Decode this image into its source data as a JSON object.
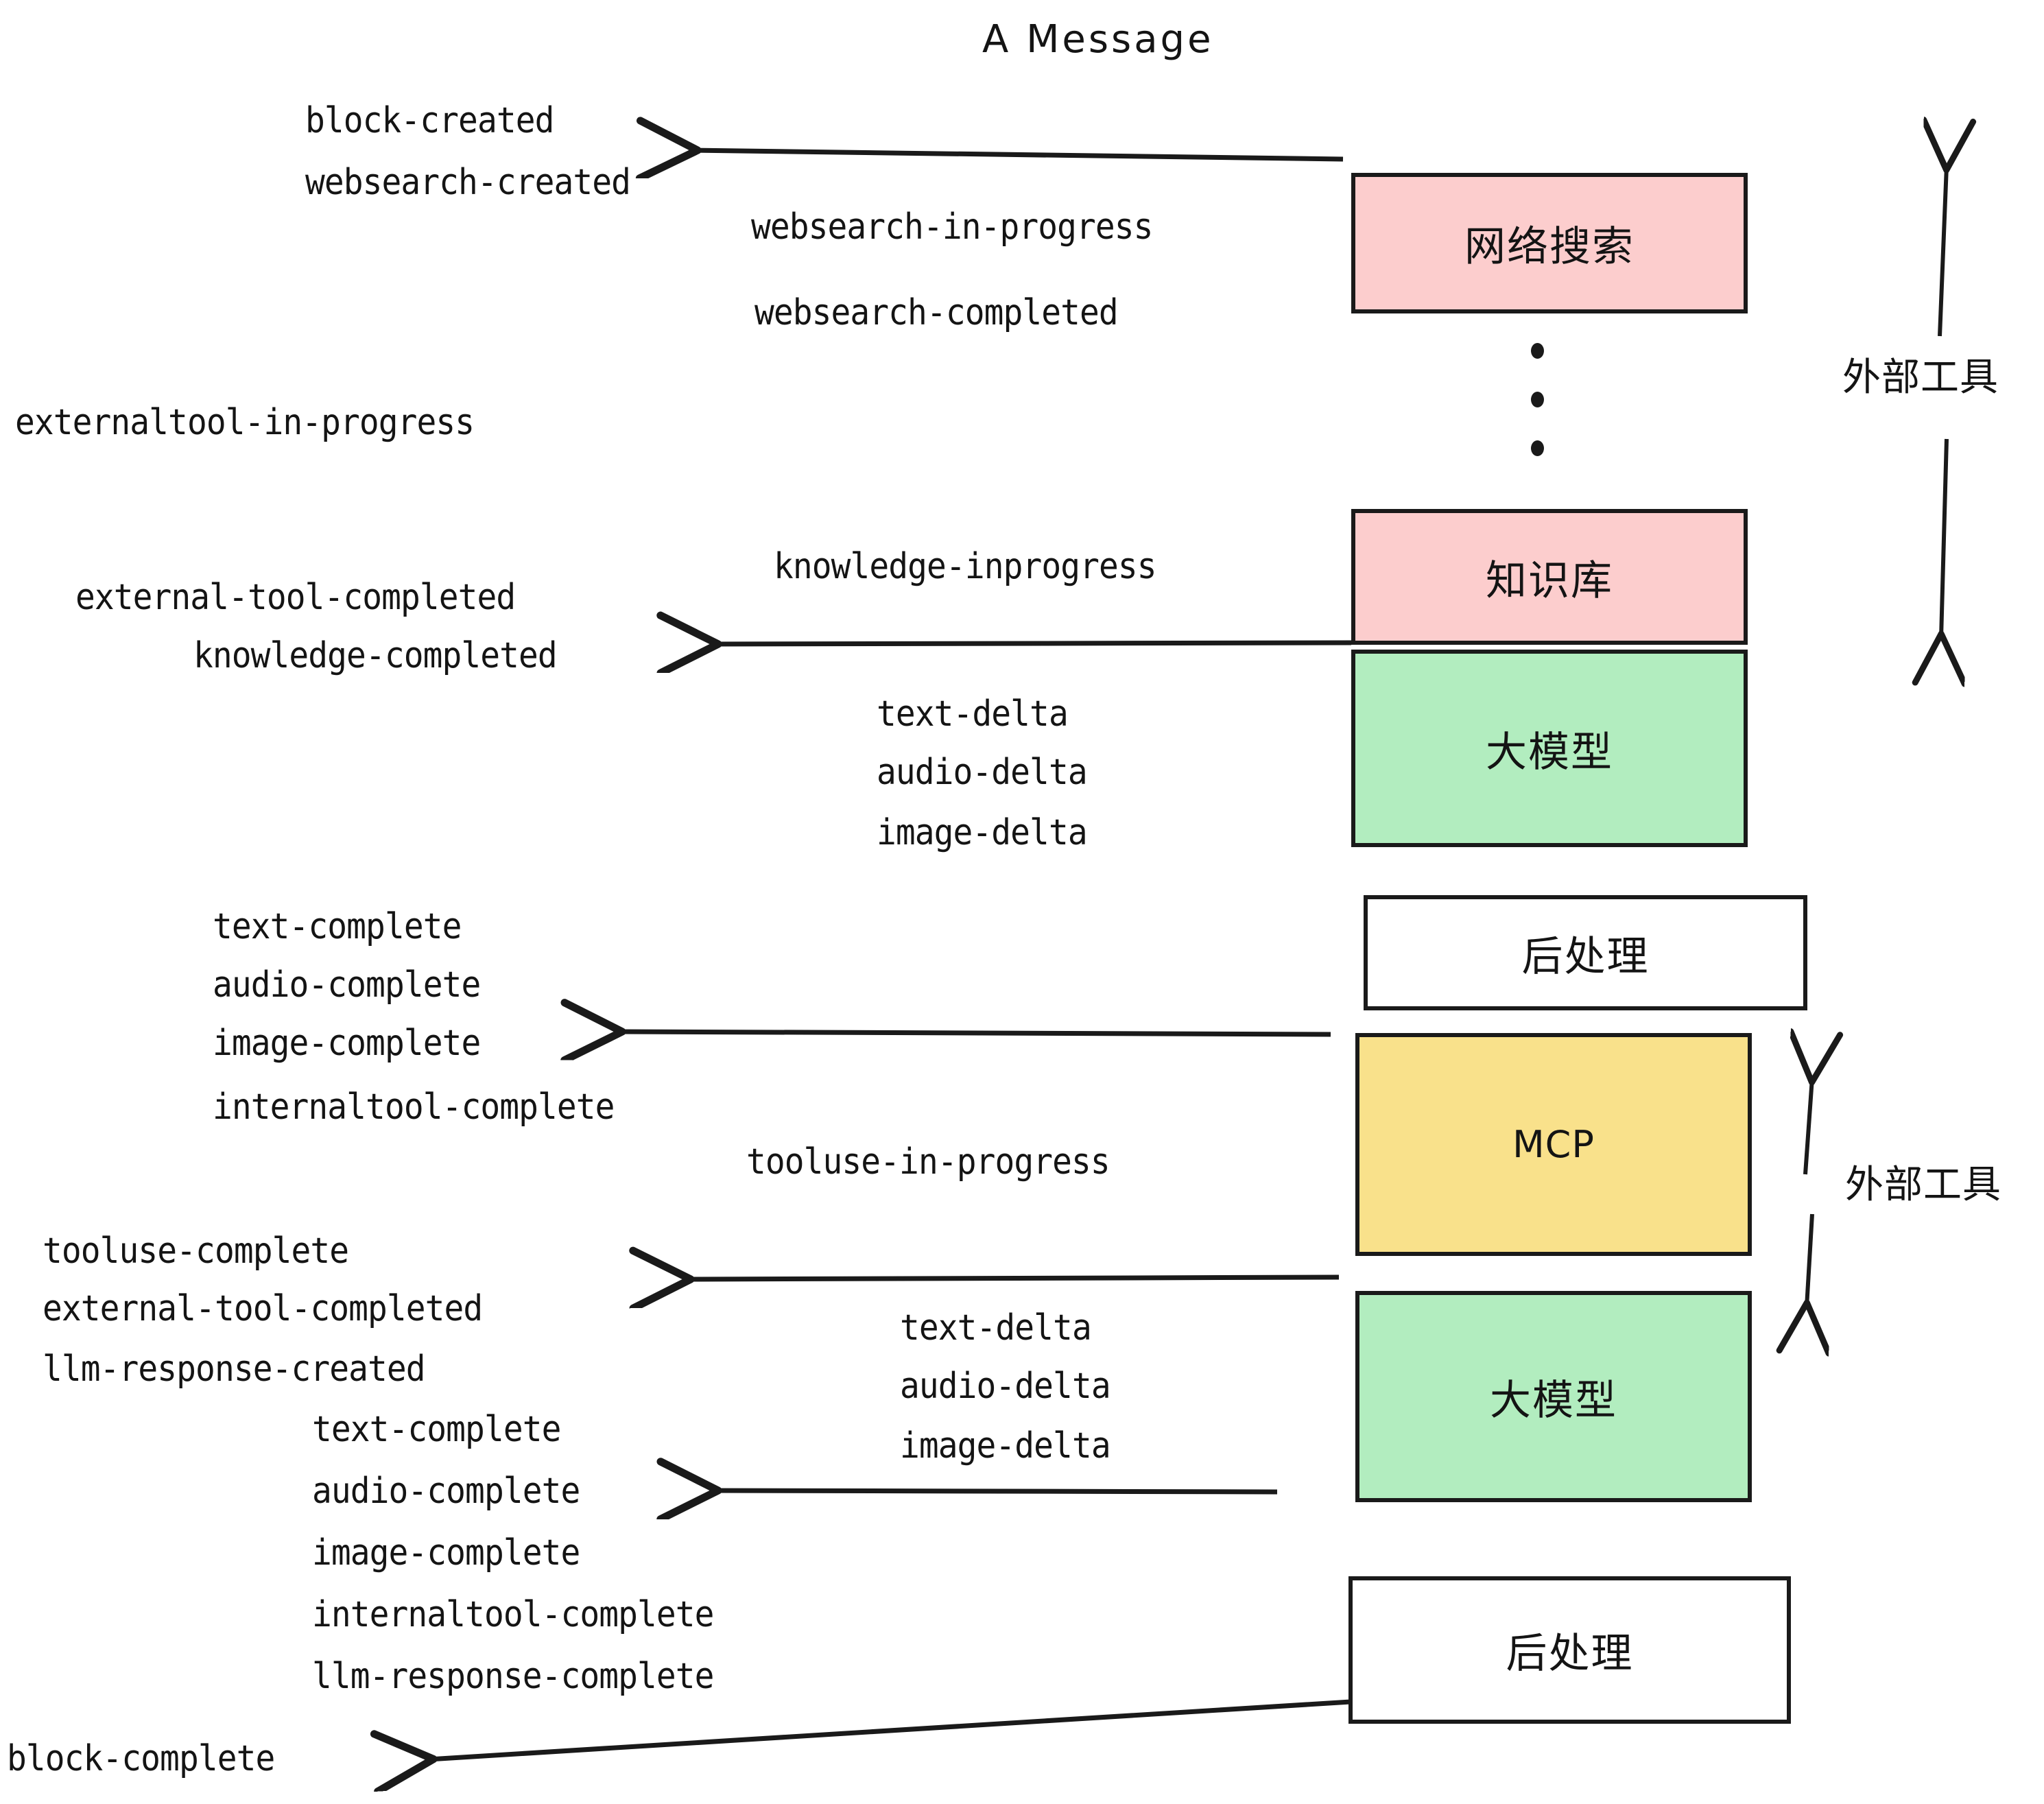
{
  "title": "A Message",
  "colors": {
    "pink": "#fccdcd",
    "green": "#b2edbf",
    "yellow": "#f9e18b",
    "white": "#ffffff",
    "stroke": "#1a1a1a",
    "text": "#141414",
    "background": "#ffffff"
  },
  "boxes": [
    {
      "id": "websearch",
      "label": "网络搜索",
      "fill": "pink"
    },
    {
      "id": "knowledge",
      "label": "知识库",
      "fill": "pink"
    },
    {
      "id": "llm-upper",
      "label": "大模型",
      "fill": "green"
    },
    {
      "id": "postprocess-1",
      "label": "后处理",
      "fill": "white"
    },
    {
      "id": "mcp",
      "label": "MCP",
      "fill": "yellow"
    },
    {
      "id": "llm-lower",
      "label": "大模型",
      "fill": "green"
    },
    {
      "id": "postprocess-2",
      "label": "后处理",
      "fill": "white"
    }
  ],
  "side_brackets": [
    {
      "id": "external-tools-upper",
      "label": "外部工具"
    },
    {
      "id": "external-tools-lower",
      "label": "外部工具"
    }
  ],
  "events": {
    "block_created": "block-created",
    "websearch_created": "websearch-created",
    "websearch_in_progress": "websearch-in-progress",
    "websearch_completed": "websearch-completed",
    "externaltool_in_progress": "externaltool-in-progress",
    "knowledge_inprogress": "knowledge-inprogress",
    "external_tool_completed": "external-tool-completed",
    "knowledge_completed": "knowledge-completed",
    "text_delta_1": "text-delta",
    "audio_delta_1": "audio-delta",
    "image_delta_1": "image-delta",
    "text_complete_1": "text-complete",
    "audio_complete_1": "audio-complete",
    "image_complete_1": "image-complete",
    "internaltool_complete_1": "internaltool-complete",
    "tooluse_in_progress": "tooluse-in-progress",
    "tooluse_complete": "tooluse-complete",
    "external_tool_completed_2": "external-tool-completed",
    "llm_response_created": "llm-response-created",
    "text_delta_2": "text-delta",
    "audio_delta_2": "audio-delta",
    "image_delta_2": "image-delta",
    "text_complete_2": "text-complete",
    "audio_complete_2": "audio-complete",
    "image_complete_2": "image-complete",
    "internaltool_complete_2": "internaltool-complete",
    "llm_response_complete": "llm-response-complete",
    "block_complete": "block-complete"
  },
  "ellipsis": "⋮"
}
